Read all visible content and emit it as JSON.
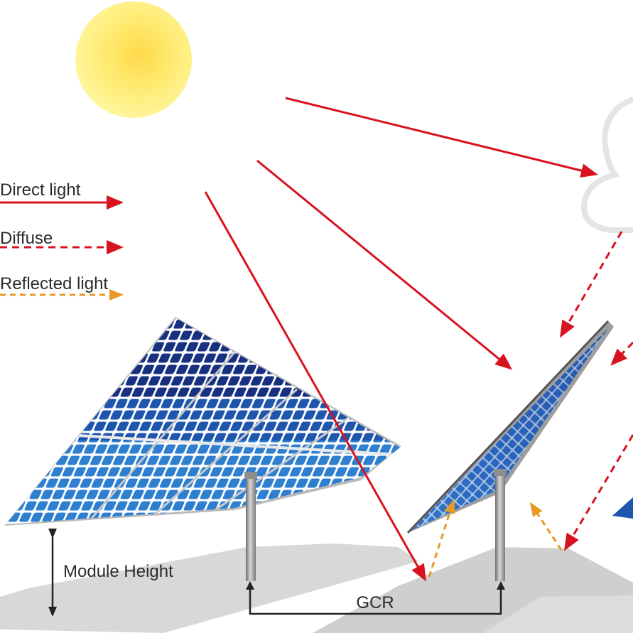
{
  "legend": {
    "direct": "Direct light",
    "diffuse": "Diffuse",
    "reflected": "Reflected light"
  },
  "labels": {
    "module_height": "Module Height",
    "gcr": "GCR"
  },
  "colors": {
    "direct": "#d8121f",
    "diffuse": "#d8121f",
    "reflected": "#e99a25",
    "sun_core": "#fff176",
    "sun_edge": "#ffe14d",
    "cloud_outline": "#e3e3e3",
    "ground": "#d2d2d2",
    "panel_dark": "#17307f",
    "panel_light": "#2f7fd0",
    "frame": "#a9a9a9",
    "post": "#9a9a9a",
    "dimension": "#222222"
  }
}
